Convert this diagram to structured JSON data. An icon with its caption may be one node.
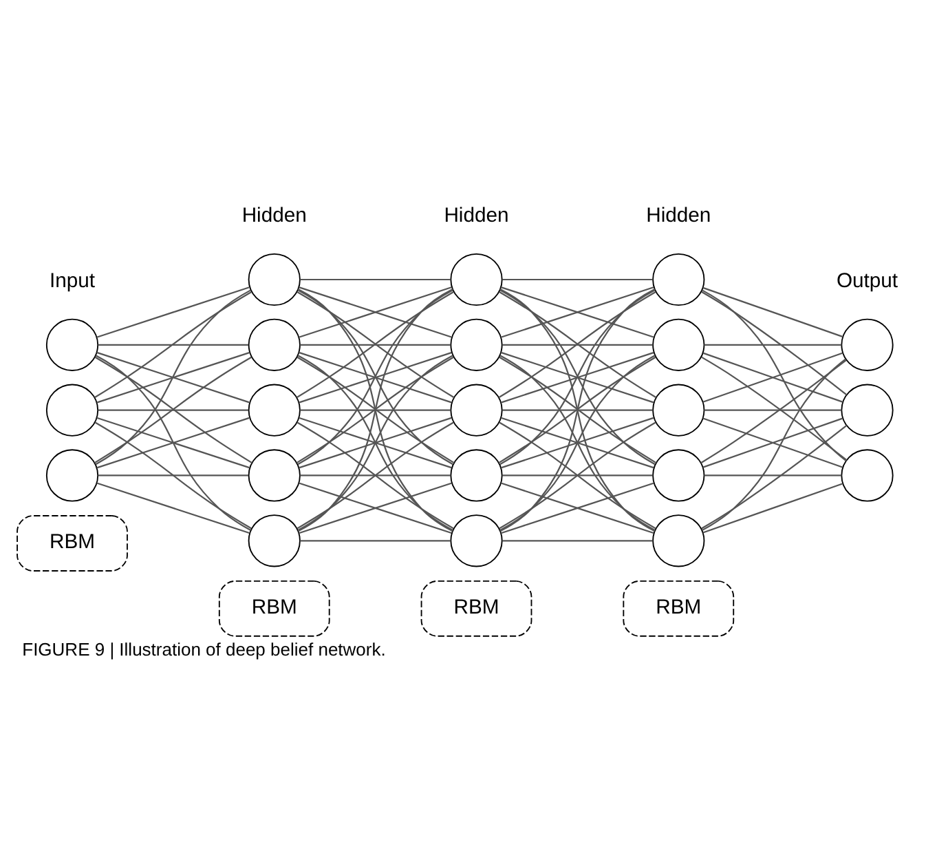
{
  "diagram": {
    "caption": "FIGURE 9 | Illustration of deep belief network.",
    "nodes": [
      {
        "text": [
          "RBM"
        ]
      },
      {
        "text": [
          "RBM"
        ]
      },
      {
        "text": [
          "RBM"
        ]
      },
      {
        "text": [
          "RBM"
        ]
      },
      {
        "text": [],
        "shape": "circle"
      },
      {
        "text": [],
        "shape": "circle"
      },
      {
        "text": [],
        "shape": "circle"
      },
      {
        "text": [],
        "shape": "circle"
      },
      {
        "text": [],
        "shape": "circle"
      },
      {
        "text": [],
        "shape": "circle"
      },
      {
        "text": [],
        "shape": "circle"
      },
      {
        "text": [],
        "shape": "circle"
      },
      {
        "text": [],
        "shape": "circle"
      },
      {
        "text": [],
        "shape": "circle"
      },
      {
        "text": [],
        "shape": "circle"
      },
      {
        "text": [],
        "shape": "circle"
      },
      {
        "text": [],
        "shape": "circle"
      },
      {
        "text": [],
        "shape": "circle"
      },
      {
        "text": [],
        "shape": "circle"
      },
      {
        "text": [],
        "shape": "circle"
      },
      {
        "text": [],
        "shape": "circle"
      },
      {
        "text": [],
        "shape": "circle"
      },
      {
        "text": [],
        "shape": "circle"
      },
      {
        "text": [],
        "shape": "circle"
      },
      {
        "text": [],
        "shape": "circle"
      }
    ],
    "edges": [
      {
        "from": 4,
        "to": 7,
        "arrow": "none"
      },
      {
        "from": 4,
        "to": 8,
        "arrow": "none"
      },
      {
        "from": 4,
        "to": 9,
        "arrow": "none"
      },
      {
        "from": 4,
        "to": 10,
        "arrow": "none"
      },
      {
        "from": 4,
        "to": 11,
        "arrow": "none"
      },
      {
        "from": 5,
        "to": 7,
        "arrow": "none"
      },
      {
        "from": 5,
        "to": 8,
        "arrow": "none"
      },
      {
        "from": 5,
        "to": 9,
        "arrow": "none"
      },
      {
        "from": 5,
        "to": 10,
        "arrow": "none"
      },
      {
        "from": 5,
        "to": 11,
        "arrow": "none"
      },
      {
        "from": 6,
        "to": 7,
        "arrow": "none"
      },
      {
        "from": 6,
        "to": 8,
        "arrow": "none"
      },
      {
        "from": 6,
        "to": 9,
        "arrow": "none"
      },
      {
        "from": 6,
        "to": 10,
        "arrow": "none"
      },
      {
        "from": 6,
        "to": 11,
        "arrow": "none"
      },
      {
        "from": 7,
        "to": 12,
        "arrow": "none"
      },
      {
        "from": 7,
        "to": 13,
        "arrow": "none"
      },
      {
        "from": 7,
        "to": 14,
        "arrow": "none"
      },
      {
        "from": 7,
        "to": 15,
        "arrow": "none"
      },
      {
        "from": 7,
        "to": 16,
        "arrow": "none"
      },
      {
        "from": 8,
        "to": 12,
        "arrow": "none"
      },
      {
        "from": 8,
        "to": 13,
        "arrow": "none"
      },
      {
        "from": 8,
        "to": 14,
        "arrow": "none"
      },
      {
        "from": 8,
        "to": 15,
        "arrow": "none"
      },
      {
        "from": 8,
        "to": 16,
        "arrow": "none"
      },
      {
        "from": 9,
        "to": 12,
        "arrow": "none"
      },
      {
        "from": 9,
        "to": 13,
        "arrow": "none"
      },
      {
        "from": 9,
        "to": 14,
        "arrow": "none"
      },
      {
        "from": 9,
        "to": 15,
        "arrow": "none"
      },
      {
        "from": 9,
        "to": 16,
        "arrow": "none"
      },
      {
        "from": 10,
        "to": 12,
        "arrow": "none"
      },
      {
        "from": 10,
        "to": 13,
        "arrow": "none"
      },
      {
        "from": 10,
        "to": 14,
        "arrow": "none"
      },
      {
        "from": 10,
        "to": 15,
        "arrow": "none"
      },
      {
        "from": 10,
        "to": 16,
        "arrow": "none"
      },
      {
        "from": 11,
        "to": 12,
        "arrow": "none"
      },
      {
        "from": 11,
        "to": 13,
        "arrow": "none"
      },
      {
        "from": 11,
        "to": 14,
        "arrow": "none"
      },
      {
        "from": 11,
        "to": 15,
        "arrow": "none"
      },
      {
        "from": 11,
        "to": 16,
        "arrow": "none"
      },
      {
        "from": 12,
        "to": 17,
        "arrow": "none"
      },
      {
        "from": 12,
        "to": 18,
        "arrow": "none"
      },
      {
        "from": 12,
        "to": 19,
        "arrow": "none"
      },
      {
        "from": 12,
        "to": 20,
        "arrow": "none"
      },
      {
        "from": 12,
        "to": 21,
        "arrow": "none"
      },
      {
        "from": 13,
        "to": 17,
        "arrow": "none"
      },
      {
        "from": 13,
        "to": 18,
        "arrow": "none"
      },
      {
        "from": 13,
        "to": 19,
        "arrow": "none"
      },
      {
        "from": 13,
        "to": 20,
        "arrow": "none"
      },
      {
        "from": 13,
        "to": 21,
        "arrow": "none"
      },
      {
        "from": 14,
        "to": 17,
        "arrow": "none"
      },
      {
        "from": 14,
        "to": 18,
        "arrow": "none"
      },
      {
        "from": 14,
        "to": 19,
        "arrow": "none"
      },
      {
        "from": 14,
        "to": 20,
        "arrow": "none"
      },
      {
        "from": 14,
        "to": 21,
        "arrow": "none"
      },
      {
        "from": 15,
        "to": 17,
        "arrow": "none"
      },
      {
        "from": 15,
        "to": 18,
        "arrow": "none"
      },
      {
        "from": 15,
        "to": 19,
        "arrow": "none"
      },
      {
        "from": 15,
        "to": 20,
        "arrow": "none"
      },
      {
        "from": 15,
        "to": 21,
        "arrow": "none"
      },
      {
        "from": 16,
        "to": 17,
        "arrow": "none"
      },
      {
        "from": 16,
        "to": 18,
        "arrow": "none"
      },
      {
        "from": 16,
        "to": 19,
        "arrow": "none"
      },
      {
        "from": 16,
        "to": 20,
        "arrow": "none"
      },
      {
        "from": 16,
        "to": 21,
        "arrow": "none"
      },
      {
        "from": 17,
        "to": 22,
        "arrow": "none"
      },
      {
        "from": 17,
        "to": 23,
        "arrow": "none"
      },
      {
        "from": 17,
        "to": 24,
        "arrow": "none"
      },
      {
        "from": 18,
        "to": 22,
        "arrow": "none"
      },
      {
        "from": 18,
        "to": 23,
        "arrow": "none"
      },
      {
        "from": 18,
        "to": 24,
        "arrow": "none"
      },
      {
        "from": 19,
        "to": 22,
        "arrow": "none"
      },
      {
        "from": 19,
        "to": 23,
        "arrow": "none"
      },
      {
        "from": 19,
        "to": 24,
        "arrow": "none"
      },
      {
        "from": 20,
        "to": 22,
        "arrow": "none"
      },
      {
        "from": 20,
        "to": 23,
        "arrow": "none"
      },
      {
        "from": 20,
        "to": 24,
        "arrow": "none"
      },
      {
        "from": 21,
        "to": 22,
        "arrow": "none"
      },
      {
        "from": 21,
        "to": 23,
        "arrow": "none"
      },
      {
        "from": 21,
        "to": 24,
        "arrow": "none"
      }
    ],
    "labels": [
      "Input",
      "Hidden",
      "Hidden",
      "Hidden",
      "Output"
    ]
  }
}
